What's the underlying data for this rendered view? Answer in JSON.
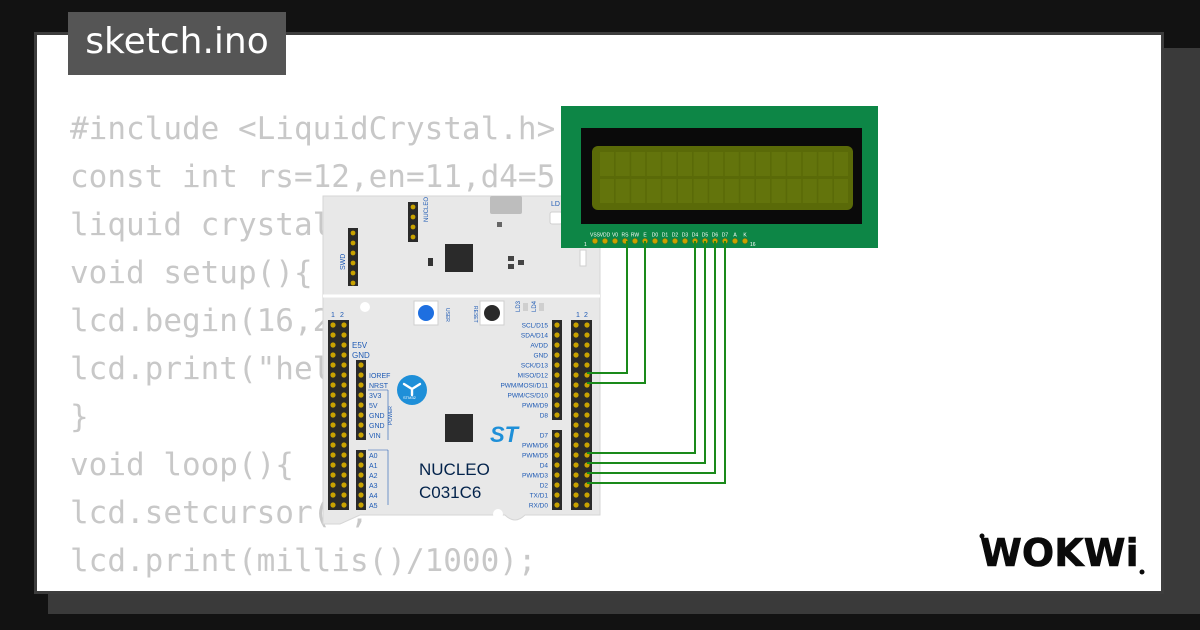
{
  "file_tab": {
    "name": "sketch.ino"
  },
  "code_lines": [
    "#include <LiquidCrystal.h>",
    "const int rs=12,en=11,d4=5",
    "liquid crystal",
    "void setup(){",
    "lcd.begin(16,2",
    "lcd.print(\"hel",
    "}",
    "void loop(){",
    "lcd.setcursor(0,",
    "lcd.print(millis()/1000);",
    "}"
  ],
  "board": {
    "name_line1": "NUCLEO",
    "name_line2": "C031C6",
    "swd_label": "SWD",
    "nucleo_label": "NUCLEO",
    "ld_label": "LD",
    "e5v_label": "E5V",
    "gnd_label": "GND",
    "user_label": "USER",
    "reset_label": "RESET",
    "ld3_label": "LD3",
    "ld4_label": "LD4",
    "power_pins": [
      "IOREF",
      "NRST",
      "3V3",
      "5V",
      "GND",
      "GND",
      "VIN"
    ],
    "power_label": "POWER",
    "analog_pins": [
      "A0",
      "A1",
      "A2",
      "A3",
      "A4",
      "A5"
    ],
    "digital_pins_top": [
      "SCL/D15",
      "SDA/D14",
      "AVDD",
      "GND",
      "SCK/D13",
      "MISO/D12",
      "PWM/MOSI/D11",
      "PWM/CS/D10",
      "PWM/D9",
      "D8"
    ],
    "digital_pins_bottom": [
      "D7",
      "PWM/D6",
      "PWM/D5",
      "D4",
      "PWM/D3",
      "D2",
      "TX/D1",
      "RX/D0"
    ],
    "header_index_left": [
      "1",
      "2"
    ],
    "header_index_right": [
      "1",
      "2"
    ],
    "st_logo_text": "ST",
    "stm_badge_text": "STM32"
  },
  "lcd": {
    "pin_labels": [
      "VSS",
      "VDD",
      "V0",
      "RS",
      "RW",
      "E",
      "D0",
      "D1",
      "D2",
      "D3",
      "D4",
      "D5",
      "D6",
      "D7",
      "A",
      "K"
    ],
    "pin_index_start": "1",
    "pin_index_end": "16"
  },
  "brand": {
    "logo_text": "WOKWi"
  },
  "colors": {
    "background": "#121212",
    "card": "#ffffff",
    "tab": "#555555",
    "code_text": "#c8c8c8",
    "lcd_pcb": "#0d8646",
    "lcd_screen": "#5a6a08",
    "wire": "#1a8a1a",
    "board": "#e8e8e8",
    "user_button": "#1e6fe0",
    "st_blue": "#03234b"
  }
}
